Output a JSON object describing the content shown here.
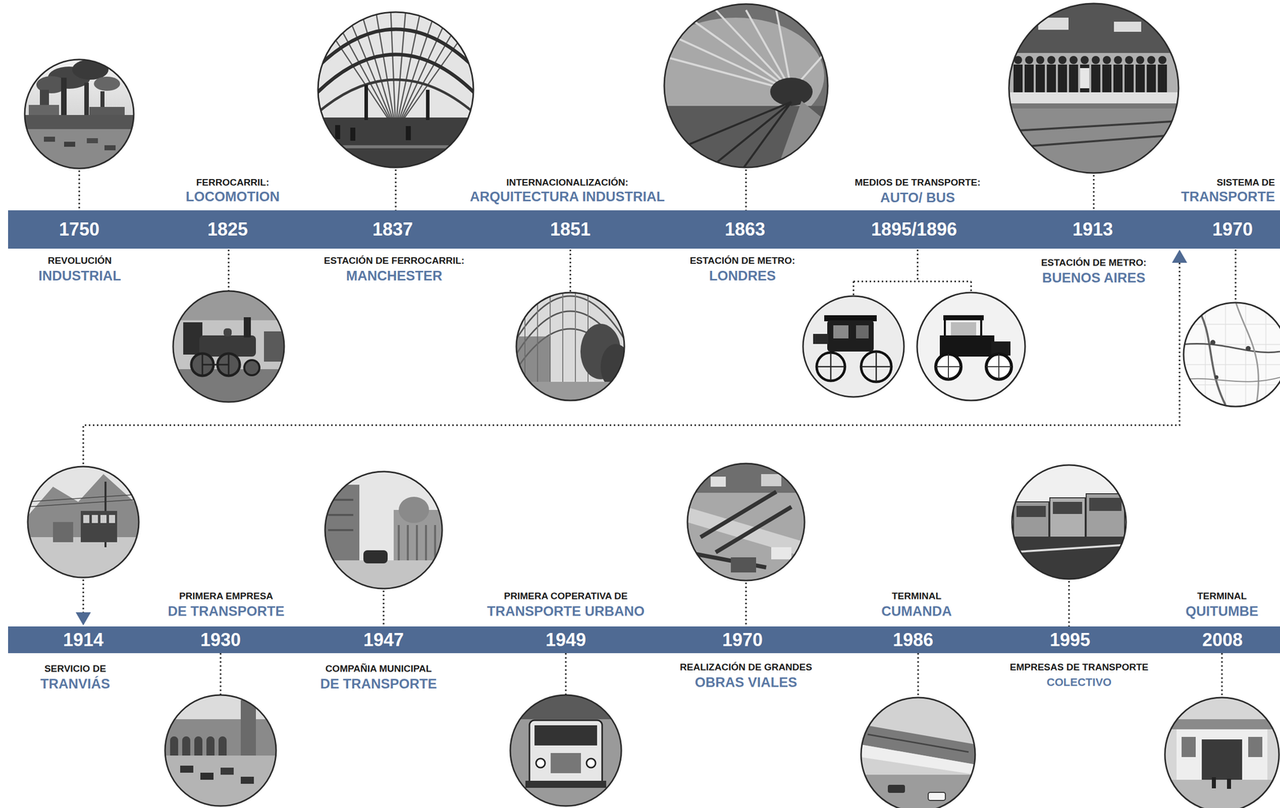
{
  "diagram": {
    "nodes": [
      {
        "text": [
          "1750",
          "1825",
          "1837",
          "1851",
          "1863",
          "1895/1896",
          "1913",
          "1970"
        ]
      },
      {
        "text": [
          "1914",
          "1930",
          "1947",
          "1949",
          "1970",
          "1986",
          "1995",
          "2008"
        ]
      }
    ],
    "edges": [
      {
        "from": 0,
        "to": 1,
        "arrow": "both"
      }
    ],
    "labels": [
      "REVOLUCIÓN",
      "INDUSTRIAL",
      "FERROCARRIL:",
      "LOCOMOTION",
      "ESTACIÓN DE FERROCARRIL:",
      "MANCHESTER",
      "INTERNACIONALIZACIÓN:",
      "ARQUITECTURA INDUSTRIAL",
      "ESTACIÓN DE METRO:",
      "LONDRES",
      "MEDIOS DE TRANSPORTE:",
      "AUTO/ BUS",
      "ESTACIÓN DE METRO:",
      "BUENOS AIRES",
      "SISTEMA DE",
      "TRANSPORTE",
      "SERVICIO DE",
      "TRANVIÁS",
      "PRIMERA EMPRESA",
      "DE TRANSPORTE",
      "COMPAÑIA MUNICIPAL",
      "DE TRANSPORTE",
      "PRIMERA COPERATIVA DE",
      "TRANSPORTE URBANO",
      "REALIZACIÓN DE GRANDES",
      "OBRAS VIALES",
      "TERMINAL",
      "CUMANDA",
      "EMPRESAS DE TRANSPORTE",
      "COLECTIVO",
      "TERMINAL",
      "QUITUMBE"
    ]
  }
}
